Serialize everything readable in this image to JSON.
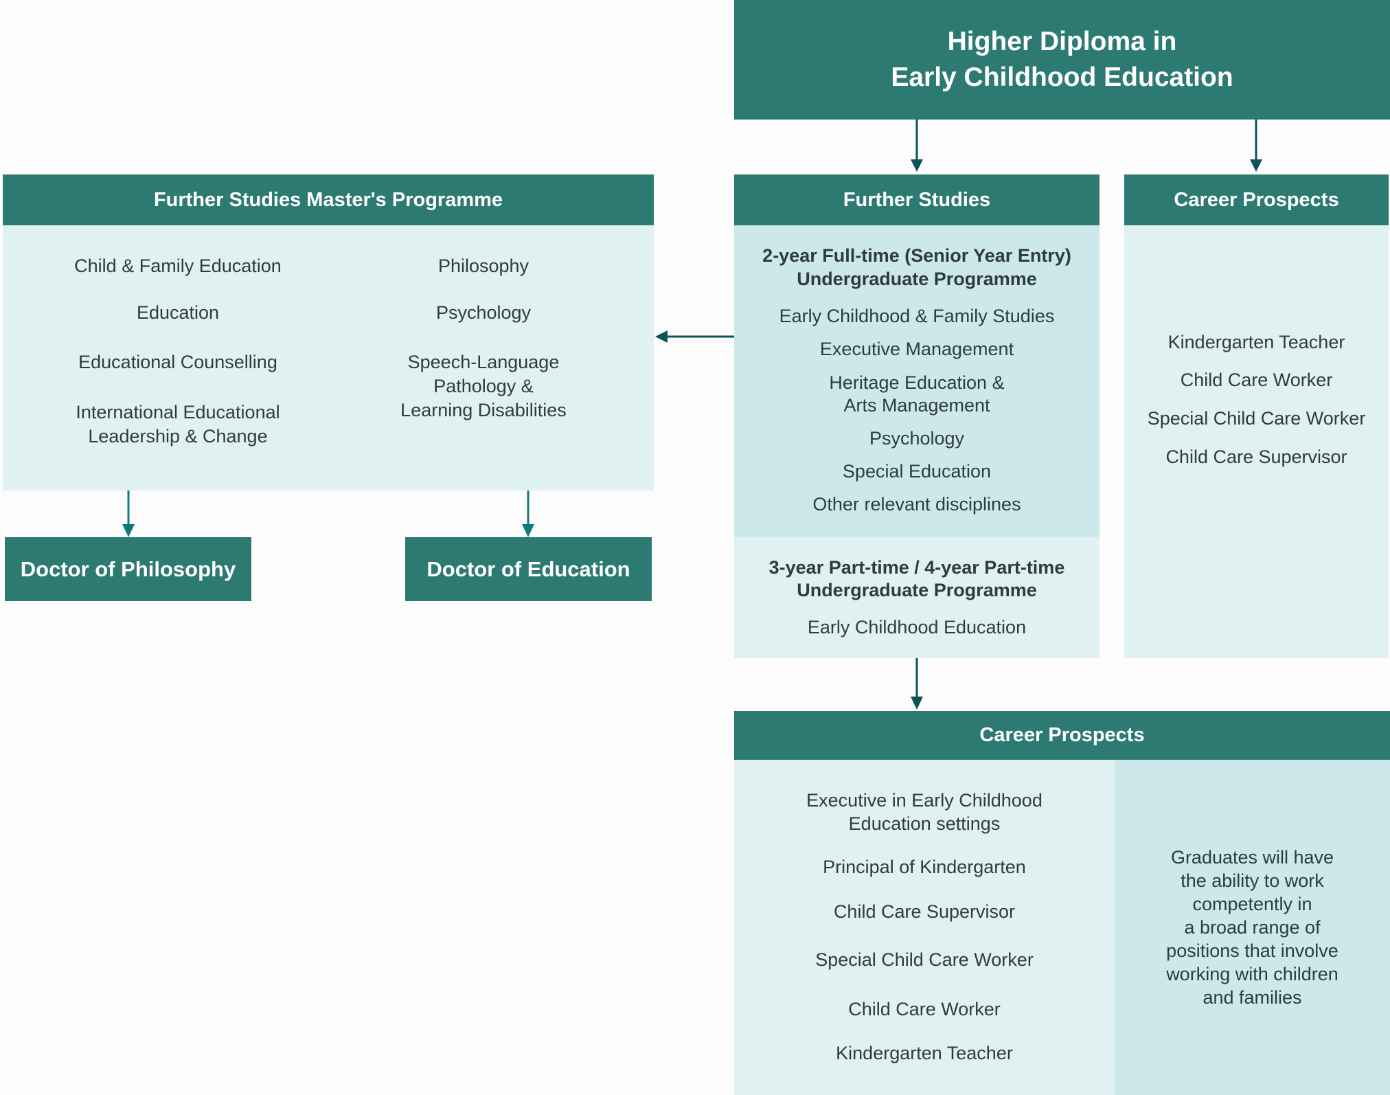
{
  "diagram": {
    "top": {
      "title_line1": "Higher Diploma in",
      "title_line2": "Early Childhood Education"
    },
    "masters": {
      "title": "Further Studies Master's Programme",
      "left_items": [
        "Child & Family Education",
        "Education",
        "Educational Counselling",
        "International Educational",
        "Leadership & Change"
      ],
      "right_items": [
        "Philosophy",
        "Psychology",
        "Speech-Language",
        "Pathology &",
        "Learning Disabilities"
      ]
    },
    "doctorates": {
      "phd": "Doctor of Philosophy",
      "edd": "Doctor of Education"
    },
    "further_studies": {
      "title": "Further Studies",
      "fulltime": {
        "heading_line1": "2-year Full-time (Senior Year Entry)",
        "heading_line2": "Undergraduate Programme",
        "items": [
          "Early Childhood & Family Studies",
          "Executive Management",
          "Heritage Education &",
          "Arts Management",
          "Psychology",
          "Special Education",
          "Other relevant disciplines"
        ]
      },
      "parttime": {
        "heading_line1": "3-year Part-time / 4-year Part-time",
        "heading_line2": "Undergraduate Programme",
        "items": [
          "Early Childhood Education"
        ]
      }
    },
    "career_right": {
      "title": "Career Prospects",
      "items": [
        "Kindergarten Teacher",
        "Child Care Worker",
        "Special Child Care Worker",
        "Child Care Supervisor"
      ]
    },
    "career_bottom": {
      "title": "Career Prospects",
      "items": [
        "Executive in Early Childhood",
        "Education settings",
        "Principal of Kindergarten",
        "Child Care Supervisor",
        "Special Child Care Worker",
        "Child Care Worker",
        "Kindergarten Teacher"
      ],
      "note": [
        "Graduates will have",
        "the ability to work",
        "competently in",
        "a broad range of",
        "positions that involve",
        "working with children",
        "and families"
      ]
    },
    "colors": {
      "header": "#2c7a72",
      "light": "#e0f1f2",
      "mid": "#cce8ea",
      "arrow_dark": "#0d5454",
      "arrow_teal": "#0f7a7a"
    }
  }
}
